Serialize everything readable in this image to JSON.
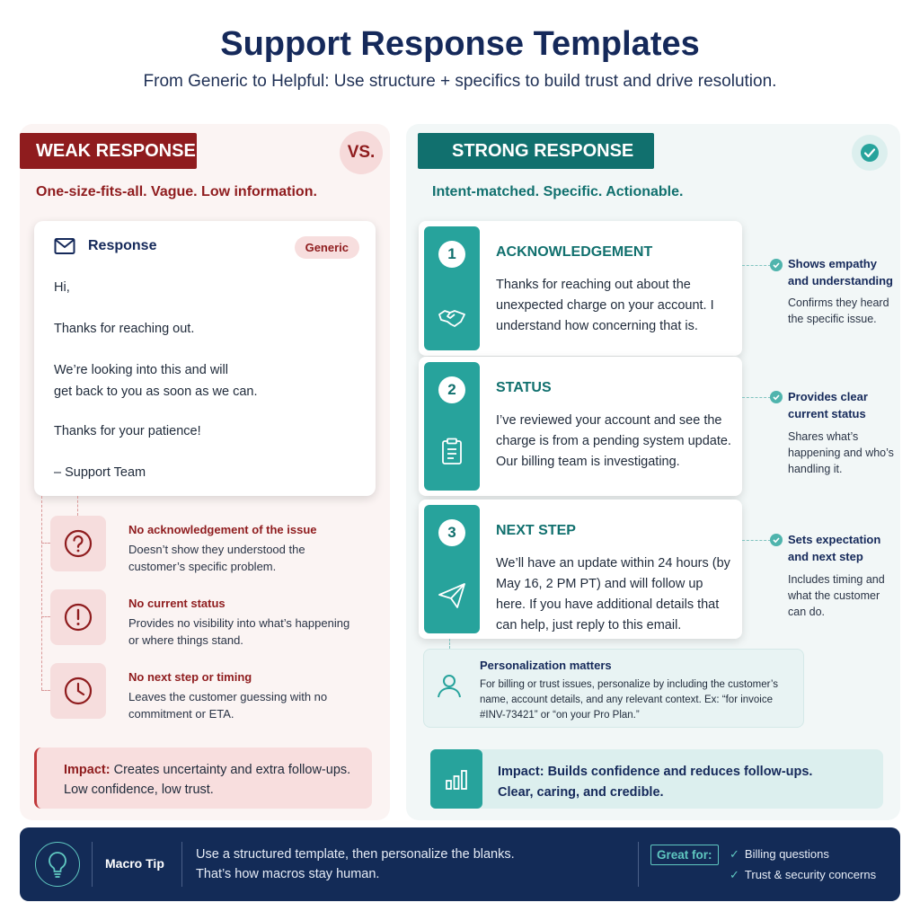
{
  "header": {
    "title": "Support Response Templates",
    "subtitle": "From Generic to Helpful: Use structure + specifics to build trust and drive resolution."
  },
  "weak": {
    "tag": "WEAK RESPONSE",
    "vs": "VS.",
    "tagline": "One-size-fits-all. Vague. Low information.",
    "card_title": "Response",
    "badge": "Generic",
    "lines": [
      "Hi,",
      "Thanks for reaching out.",
      "We’re looking into this and will",
      "get back to you as soon as we can.",
      "Thanks for your patience!",
      "– Support Team"
    ],
    "issues": [
      {
        "title": "No acknowledgement of the issue",
        "desc": "Doesn’t show they understood the customer’s specific problem.",
        "icon": "question-icon"
      },
      {
        "title": "No current status",
        "desc": "Provides no visibility into what’s happening or where things stand.",
        "icon": "exclamation-icon"
      },
      {
        "title": "No next step or timing",
        "desc": "Leaves the customer guessing with no commitment or ETA.",
        "icon": "clock-icon"
      }
    ],
    "impact_label": "Impact:",
    "impact_text": "Creates uncertainty and extra follow-ups.",
    "impact_text2": "Low confidence, low trust."
  },
  "strong": {
    "tag": "STRONG RESPONSE",
    "tagline": "Intent-matched. Specific. Actionable.",
    "steps": [
      {
        "num": "1",
        "title": "ACKNOWLEDGEMENT",
        "body": "Thanks for reaching out about the unexpected charge on your account. I understand how concerning that is.",
        "icon": "handshake-icon"
      },
      {
        "num": "2",
        "title": "STATUS",
        "body": "I’ve reviewed your account and see the charge is from a pending system update. Our billing team is investigating.",
        "icon": "clipboard-icon"
      },
      {
        "num": "3",
        "title": "NEXT STEP",
        "body": "We’ll have an update within 24 hours (by May 16, 2 PM PT) and will follow up here. If you have additional details that can help, just reply to this email.",
        "icon": "paper-plane-icon"
      }
    ],
    "notes": [
      {
        "title": "Shows empathy and understanding",
        "desc": "Confirms they heard the specific issue."
      },
      {
        "title": "Provides clear current status",
        "desc": "Shares what’s happening and who’s handling it."
      },
      {
        "title": "Sets expectation and next step",
        "desc": "Includes timing and what the customer can do."
      }
    ],
    "personal_title": "Personalization matters",
    "personal_body": "For billing or trust issues, personalize by including the customer’s name, account details, and any relevant context. Ex: “for invoice #INV-73421” or “on your Pro Plan.”",
    "impact_line1": "Impact: Builds confidence and reduces follow-ups.",
    "impact_line2": "Clear, caring, and credible."
  },
  "footer": {
    "label": "Macro Tip",
    "line1": "Use a structured template, then personalize the blanks.",
    "line2": "That’s how macros stay human.",
    "great_for": "Great for:",
    "items": [
      "Billing questions",
      "Trust & security concerns"
    ]
  },
  "colors": {
    "weak_accent": "#8f1c1e",
    "strong_accent": "#11706e",
    "teal": "#27a39c",
    "navy": "#132b57"
  }
}
